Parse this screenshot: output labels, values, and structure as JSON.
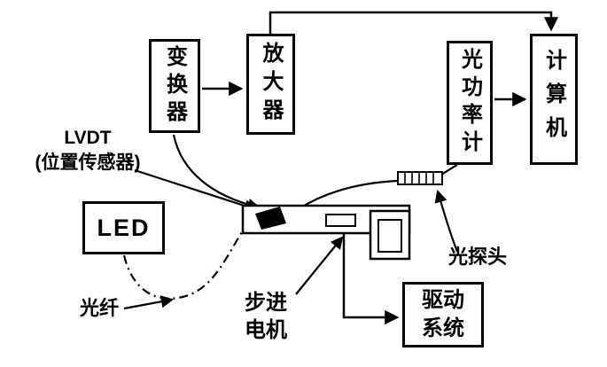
{
  "boxes": {
    "transducer": {
      "label": "变换器"
    },
    "amplifier": {
      "label": "放大器"
    },
    "optical_power_meter": {
      "label": "光功率计"
    },
    "computer": {
      "label": "计算机"
    },
    "led": {
      "label": "LED"
    },
    "drive_system": {
      "line1": "驱动",
      "line2": "系统"
    }
  },
  "annotations": {
    "lvdt": {
      "line1": "LVDT",
      "line2": "(位置传感器)"
    },
    "optical_fiber": {
      "label": "光纤"
    },
    "stepper_motor": {
      "line1": "步进",
      "line2": "电机"
    },
    "optical_probe": {
      "label": "光探头"
    }
  },
  "colors": {
    "ink": "#000000",
    "background": "#ffffff"
  }
}
